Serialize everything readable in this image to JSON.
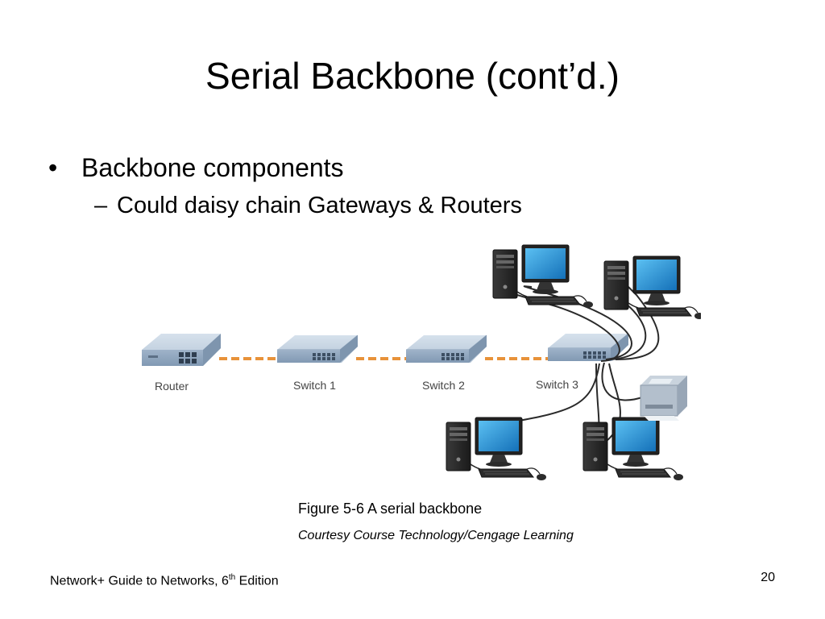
{
  "slide": {
    "title": "Serial Backbone (cont’d.)",
    "bullet_glyph": "•",
    "dash_glyph": "–",
    "bullet_1": "Backbone components",
    "bullet_1_sub": "Could daisy chain Gateways & Routers"
  },
  "figure": {
    "devices": {
      "router": "Router",
      "switch_1": "Switch 1",
      "switch_2": "Switch 2",
      "switch_3": "Switch 3"
    },
    "icons": [
      "router-icon",
      "switch-icon",
      "computer-icon",
      "printer-icon",
      "cable-icon"
    ],
    "colors": {
      "backbone_link": "#E8923A",
      "device_body": "#A9BDD3",
      "monitor_screen": "#1E8FD6"
    },
    "caption": "Figure 5-6 A serial backbone",
    "credit": "Courtesy Course Technology/Cengage Learning"
  },
  "footer": {
    "book_prefix": "Network+ Guide to Networks, 6",
    "book_sup": "th",
    "book_suffix": " Edition",
    "page_number": "20"
  }
}
